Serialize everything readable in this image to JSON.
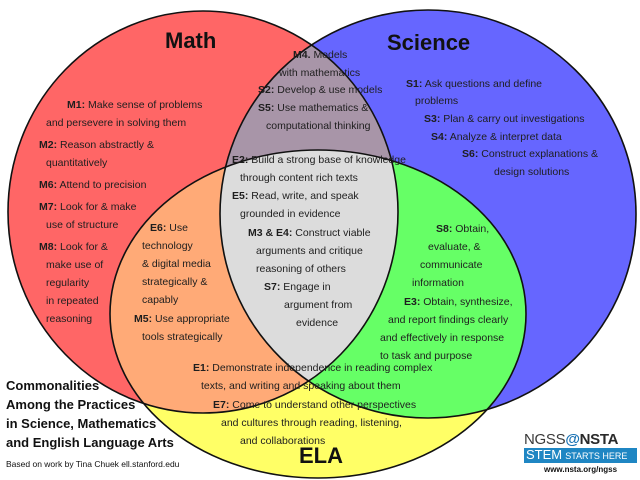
{
  "circles": {
    "math": {
      "label": "Math",
      "color": "#ff6666"
    },
    "science": {
      "label": "Science",
      "color": "#6666ff"
    },
    "ela": {
      "label": "ELA",
      "color": "#ffff66"
    },
    "overlap_colors": {
      "math_science": "#a895a8",
      "math_ela": "#ffaa77",
      "science_ela": "#66ff66",
      "all_three": "#dcdcdc"
    }
  },
  "regions": {
    "math_only": [
      {
        "code": "M1:",
        "text": "Make sense of problems",
        "cont": "and persevere in solving them"
      },
      {
        "code": "M2:",
        "text": "Reason abstractly &",
        "cont": "quantitatively"
      },
      {
        "code": "M6:",
        "text": "Attend to precision"
      },
      {
        "code": "M7:",
        "text": "Look for & make",
        "cont": "use of structure"
      },
      {
        "code": "M8:",
        "text": "Look for &",
        "cont": [
          "make use of",
          "regularity",
          "in repeated",
          "reasoning"
        ]
      }
    ],
    "math_science": [
      {
        "code": "M4.",
        "text": "Models",
        "cont": "with mathematics"
      },
      {
        "code": "S2:",
        "text": "Develop & use models"
      },
      {
        "code": "S5:",
        "text": "Use mathematics &",
        "cont": "computational thinking"
      }
    ],
    "science_only": [
      {
        "code": "S1:",
        "text": "Ask questions and define",
        "cont": "problems"
      },
      {
        "code": "S3:",
        "text": "Plan & carry out investigations"
      },
      {
        "code": "S4:",
        "text": "Analyze & interpret data"
      },
      {
        "code": "S6:",
        "text": "Construct explanations &",
        "cont": "design solutions"
      }
    ],
    "all_three": [
      {
        "code": "E2:",
        "text": "Build a strong base of knowledge",
        "cont": "through content rich texts"
      },
      {
        "code": "E5:",
        "text": "Read, write, and speak",
        "cont": "grounded in evidence"
      },
      {
        "code": "M3 & E4:",
        "text": "Construct viable",
        "cont": [
          "arguments and critique",
          "reasoning of others"
        ]
      },
      {
        "code": "S7:",
        "text": "Engage in",
        "cont": [
          "argument from",
          "evidence"
        ]
      }
    ],
    "math_ela": [
      {
        "code": "E6:",
        "text": "Use",
        "cont": [
          "technology",
          "& digital media",
          "strategically &",
          "capably"
        ]
      },
      {
        "code": "M5:",
        "text": "Use appropriate",
        "cont": "tools strategically"
      }
    ],
    "science_ela": [
      {
        "code": "S8:",
        "text": "Obtain,",
        "cont": [
          "evaluate, &",
          "communicate",
          "information"
        ]
      },
      {
        "code": "E3:",
        "text": "Obtain, synthesize,",
        "cont": [
          "and report findings clearly",
          "and effectively in response",
          "to task and purpose"
        ]
      }
    ],
    "ela_only": [
      {
        "code": "E1:",
        "text": "Demonstrate independence in reading complex",
        "cont": "texts, and writing and speaking about them"
      },
      {
        "code": "E7:",
        "text": "Come to understand other perspectives",
        "cont": [
          "and cultures through reading, listening,",
          "and collaborations"
        ]
      }
    ]
  },
  "caption": {
    "lines": [
      "Commonalities",
      "Among the Practices",
      "in Science, Mathematics",
      "and English Language Arts"
    ],
    "credit": "Based on work by Tina Chuek ell.stanford.edu"
  },
  "logo": {
    "ngss": "NGSS",
    "at": "@",
    "nsta": "NSTA",
    "tagline_big": "STEM",
    "tagline_small": "STARTS HERE",
    "url": "www.nsta.org/ngss",
    "color": "#1f86c3"
  }
}
